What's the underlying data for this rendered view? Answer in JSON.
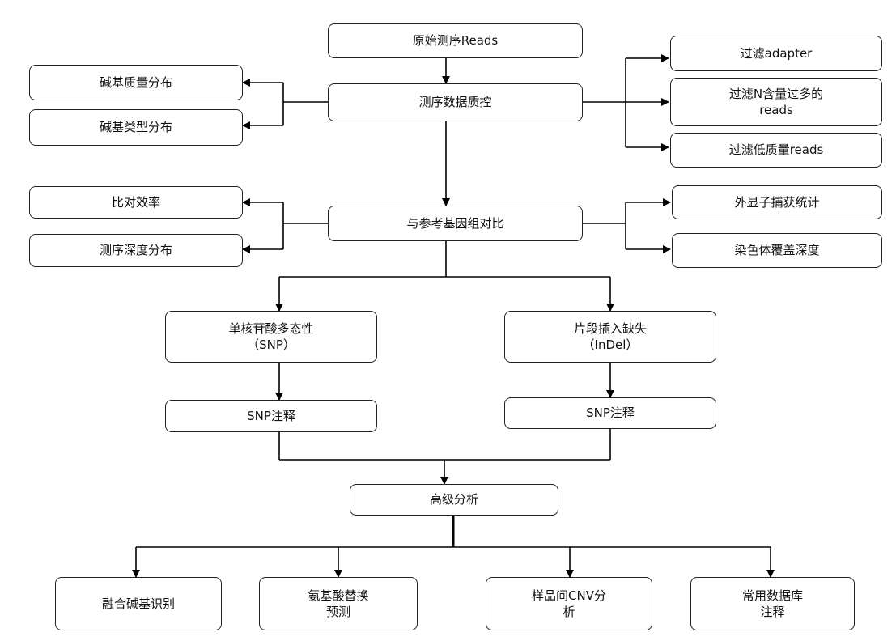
{
  "diagram": {
    "nodes": {
      "raw_reads": "原始测序Reads",
      "qc": "测序数据质控",
      "base_quality": "碱基质量分布",
      "base_type": "碱基类型分布",
      "filter_adapter": "过滤adapter",
      "filter_n": "过滤N含量过多的\nreads",
      "filter_low": "过滤低质量reads",
      "align": "与参考基因组对比",
      "align_eff": "比对效率",
      "depth_dist": "测序深度分布",
      "exon_capture": "外显子捕获统计",
      "chrom_depth": "染色体覆盖深度",
      "snp": "单核苷酸多态性\n（SNP）",
      "indel": "片段插入缺失\n（InDel）",
      "snp_anno_left": "SNP注释",
      "snp_anno_right": "SNP注释",
      "advanced": "高级分析",
      "fusion": "融合碱基识别",
      "aa_sub": "氨基酸替换\n预测",
      "cnv": "样品间CNV分\n析",
      "db_anno": "常用数据库\n注释"
    }
  }
}
